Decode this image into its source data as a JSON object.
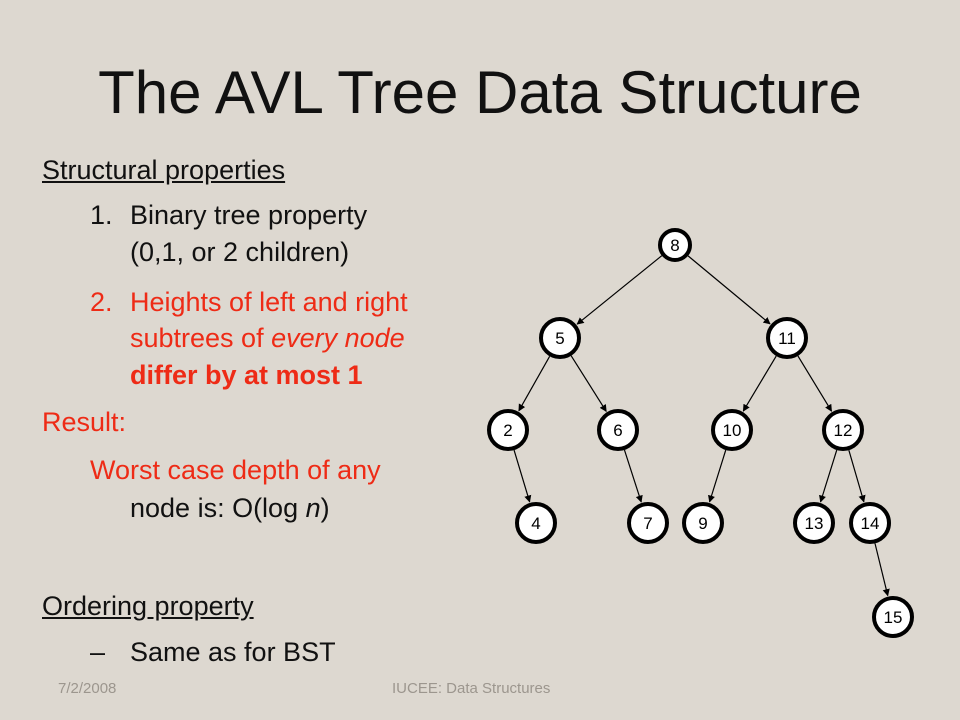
{
  "slide": {
    "title": "The AVL Tree Data Structure",
    "structural_heading": "Structural properties",
    "item1_number": "1.",
    "item1_line1": "Binary tree property",
    "item1_line2": "(0,1, or 2 children)",
    "item2_number": "2.",
    "item2_line1": "Heights of left and right",
    "item2_line2_a": "subtrees of ",
    "item2_line2_em": "every node",
    "item2_line3": "differ by at most 1",
    "result_label": "Result:",
    "result_line1": "Worst case depth of any",
    "result_line2_a": "node is: O(log ",
    "result_line2_em": "n",
    "result_line2_b": ")",
    "ordering_heading": "Ordering property",
    "ordering_dash": "–",
    "ordering_item": "Same as for BST"
  },
  "footer": {
    "date": "7/2/2008",
    "course": "IUCEE:  Data Structures"
  },
  "tree": {
    "nodes": [
      "8",
      "5",
      "11",
      "2",
      "6",
      "10",
      "12",
      "4",
      "7",
      "9",
      "13",
      "14",
      "15"
    ],
    "edges": [
      [
        "8",
        "5"
      ],
      [
        "8",
        "11"
      ],
      [
        "5",
        "2"
      ],
      [
        "5",
        "6"
      ],
      [
        "11",
        "10"
      ],
      [
        "11",
        "12"
      ],
      [
        "2",
        "4"
      ],
      [
        "6",
        "7"
      ],
      [
        "10",
        "9"
      ],
      [
        "12",
        "13"
      ],
      [
        "12",
        "14"
      ],
      [
        "14",
        "15"
      ]
    ]
  },
  "colors": {
    "background": "#ddd8d0",
    "accent_red": "#ee2b16",
    "footer_gray": "#9c968e"
  }
}
